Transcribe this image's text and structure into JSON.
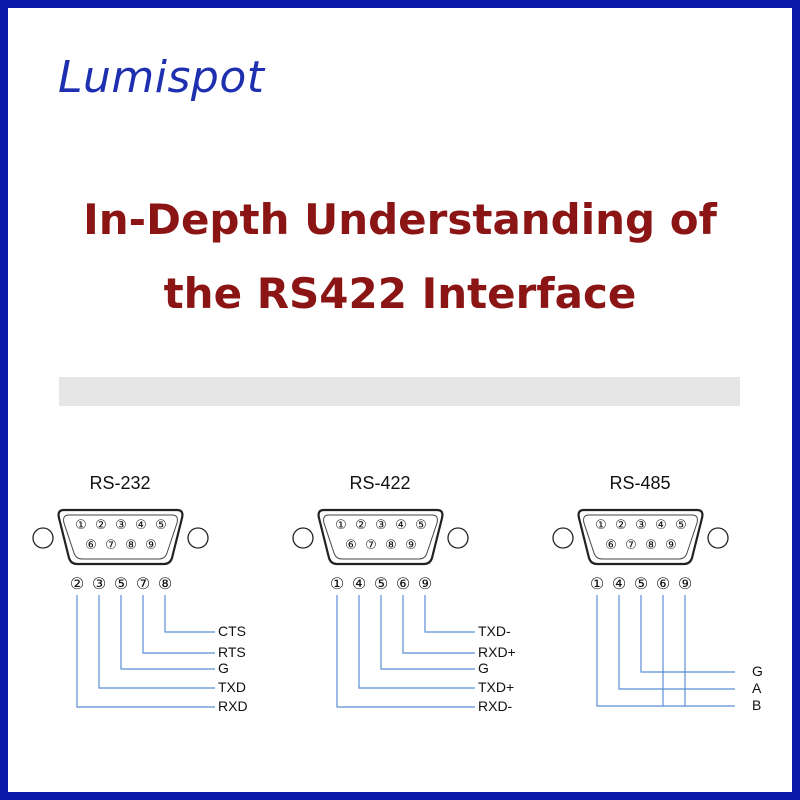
{
  "brand": {
    "logo_text": "Lumispot"
  },
  "title": {
    "line1": "In-Depth Understanding of",
    "line2": "the RS422 Interface"
  },
  "colors": {
    "frame": "#0a1aa8",
    "logo": "#1e2fb0",
    "title": "#8b1414",
    "wire": "#5b8fd6",
    "divider": "#e6e6e6"
  },
  "connectors": [
    {
      "name": "RS-232",
      "top_pins": [
        "1",
        "2",
        "3",
        "4",
        "5"
      ],
      "bottom_pins": [
        "6",
        "7",
        "8",
        "9"
      ],
      "wire_pins": [
        "2",
        "3",
        "5",
        "7",
        "8"
      ],
      "signals": [
        "CTS",
        "RTS",
        "G",
        "TXD",
        "RXD"
      ]
    },
    {
      "name": "RS-422",
      "top_pins": [
        "1",
        "2",
        "3",
        "4",
        "5"
      ],
      "bottom_pins": [
        "6",
        "7",
        "8",
        "9"
      ],
      "wire_pins": [
        "1",
        "4",
        "5",
        "6",
        "9"
      ],
      "signals": [
        "TXD-",
        "RXD+",
        "G",
        "TXD+",
        "RXD-"
      ]
    },
    {
      "name": "RS-485",
      "top_pins": [
        "1",
        "2",
        "3",
        "4",
        "5"
      ],
      "bottom_pins": [
        "6",
        "7",
        "8",
        "9"
      ],
      "wire_pins": [
        "1",
        "4",
        "5",
        "6",
        "9"
      ],
      "signals": [
        "G",
        "A",
        "B"
      ]
    }
  ]
}
